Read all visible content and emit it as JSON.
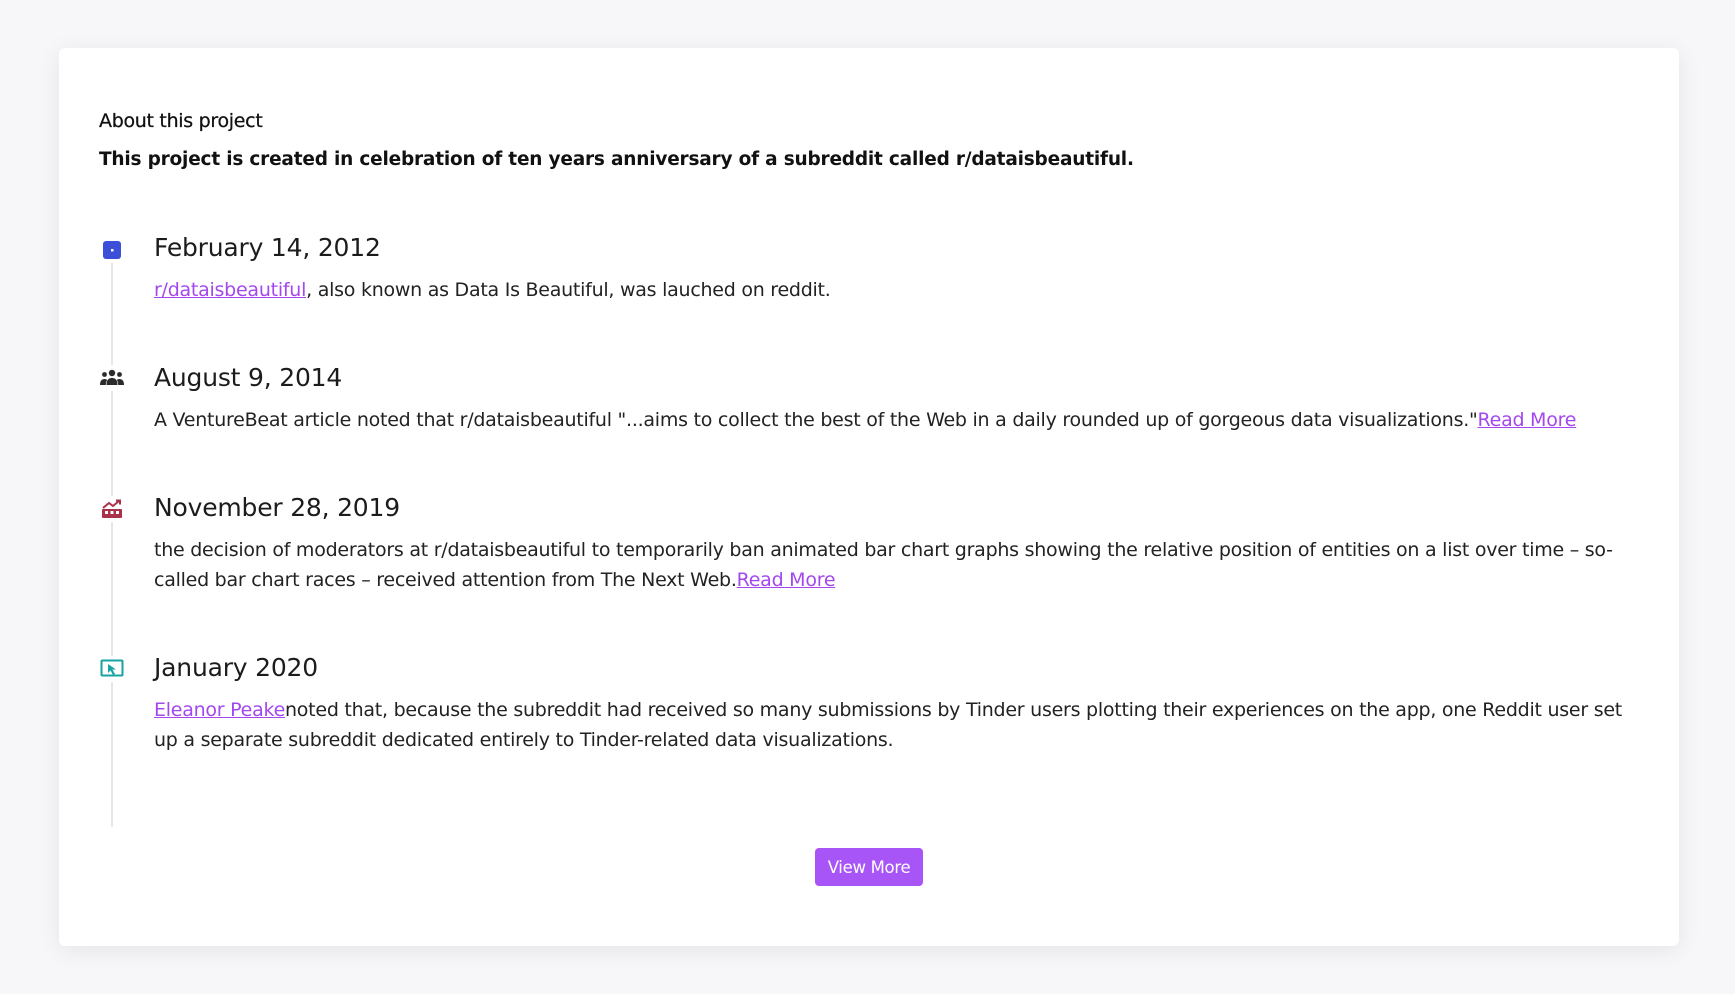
{
  "about": {
    "heading": "About this project",
    "text": "This project is created in celebration of ten years anniversary of a subreddit called r/dataisbeautiful."
  },
  "events": [
    {
      "date": "February 14, 2012",
      "icon": "calendar-square-icon",
      "icon_color": "#3b4fd9",
      "link_text": "r/dataisbeautiful",
      "text": ", also known as Data Is Beautiful, was lauched on reddit."
    },
    {
      "date": "August 9, 2014",
      "icon": "users-group-icon",
      "icon_color": "#2b2b2b",
      "text": "A VentureBeat article noted that r/dataisbeautiful \"...aims to collect the best of the Web in a daily rounded up of gorgeous data visualizations.\"",
      "read_more": "Read More"
    },
    {
      "date": "November 28, 2019",
      "icon": "chart-growth-icon",
      "icon_color": "#a8324a",
      "text": "the decision of moderators at r/dataisbeautiful to temporarily ban animated bar chart graphs showing the relative position of entities on a list over time – so-called bar chart races – received attention from The Next Web.",
      "read_more": "Read More"
    },
    {
      "date": "January 2020",
      "icon": "screen-pointer-icon",
      "icon_color": "#1aa3a3",
      "link_text": "Eleanor Peake",
      "text": "noted that, because the subreddit had received so many submissions by Tinder users plotting their experiences on the app, one Reddit user set up a separate subreddit dedicated entirely to Tinder-related data visualizations."
    }
  ],
  "view_more_label": "View More",
  "colors": {
    "accent": "#a855f7",
    "link": "#a347ef",
    "background": "#f7f7f9",
    "card": "#ffffff"
  }
}
